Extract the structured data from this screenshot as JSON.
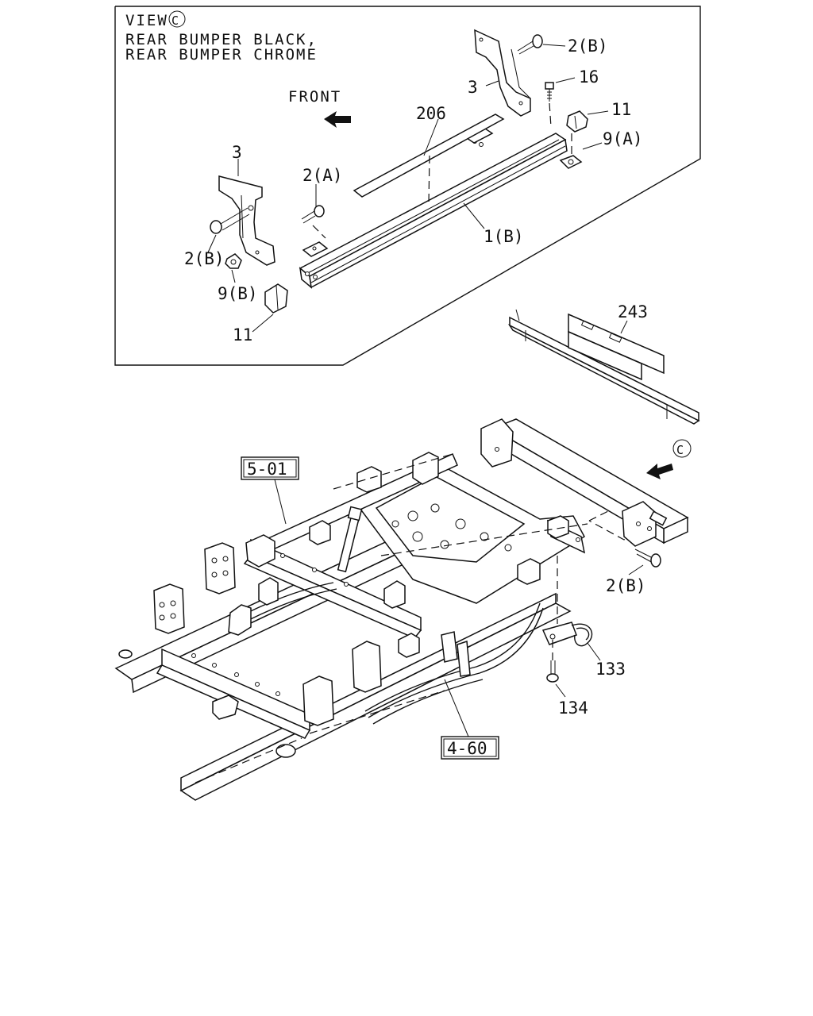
{
  "view_box": {
    "title_prefix": "VIEW",
    "view_letter": "C",
    "line1": "REAR BUMPER BLACK,",
    "line2": "REAR BUMPER CHROME",
    "front_label": "FRONT"
  },
  "callouts": {
    "p2b_top": "2(B)",
    "p3_top": "3",
    "p16": "16",
    "p206": "206",
    "p11_top": "11",
    "p9a": "9(A)",
    "p3_left": "3",
    "p2a": "2(A)",
    "p1b": "1(B)",
    "p2b_left": "2(B)",
    "p9b": "9(B)",
    "p11_bottom": "11",
    "p243": "243",
    "p2b_bottom": "2(B)",
    "p133": "133",
    "p134": "134"
  },
  "refs": {
    "ref_501": "5-01",
    "ref_460": "4-60"
  },
  "view_marker_letter": "C"
}
